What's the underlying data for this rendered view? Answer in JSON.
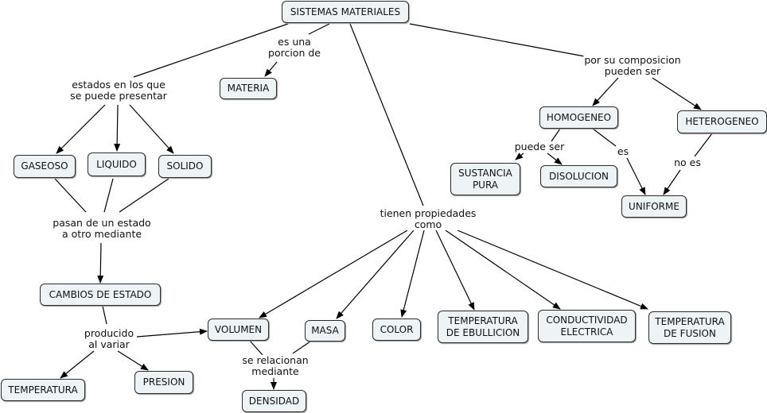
{
  "nodes": {
    "sistemas": "SISTEMAS MATERIALES",
    "materia": "MATERIA",
    "gaseoso": "GASEOSO",
    "liquido": "LIQUIDO",
    "solido": "SOLIDO",
    "cambios": "CAMBIOS DE ESTADO",
    "temperatura": "TEMPERATURA",
    "presion": "PRESION",
    "volumen": "VOLUMEN",
    "masa": "MASA",
    "densidad": "DENSIDAD",
    "color": "COLOR",
    "ebullicion": "TEMPERATURA\nDE EBULLICION",
    "conductividad": "CONDUCTIVIDAD\nELECTRICA",
    "fusion": "TEMPERATURA\nDE FUSION",
    "homogeneo": "HOMOGENEO",
    "heterogeneo": "HETEROGENEO",
    "sustancia": "SUSTANCIA\nPURA",
    "disolucion": "DISOLUCION",
    "uniforme": "UNIFORME"
  },
  "links": {
    "porcion": "es una\nporcion de",
    "estados": "estados en los que\nse puede presentar",
    "pasan": "pasan de un estado\na otro mediante",
    "producido": "producido\nal variar",
    "propiedades": "tienen propiedades\ncomo",
    "relacionan": "se relacionan\nmediante",
    "composicion": "por su composicion\npueden ser",
    "puede_ser": "puede ser",
    "es": "es",
    "no_es": "no es"
  }
}
